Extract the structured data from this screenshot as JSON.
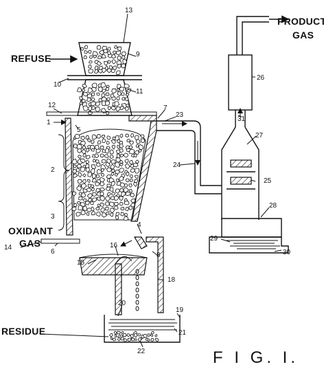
{
  "figure": {
    "caption": "F I G. I.",
    "labels": {
      "refuse": "REFUSE",
      "product": "PRODUCT",
      "gas_product": "GAS",
      "oxidant": "OXIDANT",
      "gas_oxidant": "GAS",
      "residue": "RESIDUE"
    },
    "numerals": {
      "n1": "1",
      "n2": "2",
      "n3": "3",
      "n4": "4",
      "n5": "5",
      "n6": "6",
      "n7": "7",
      "n8": "8",
      "n9": "9",
      "n10": "10",
      "n11": "11",
      "n12": "12",
      "n13": "13",
      "n14": "14",
      "n15": "15",
      "n16": "16",
      "n18": "18",
      "n19": "19",
      "n20": "20",
      "n21": "21",
      "n22": "22",
      "n23": "23",
      "n24": "24",
      "n25": "25",
      "n26": "26",
      "n27": "27",
      "n28": "28",
      "n29": "29",
      "n30": "30",
      "n31": "31"
    }
  }
}
